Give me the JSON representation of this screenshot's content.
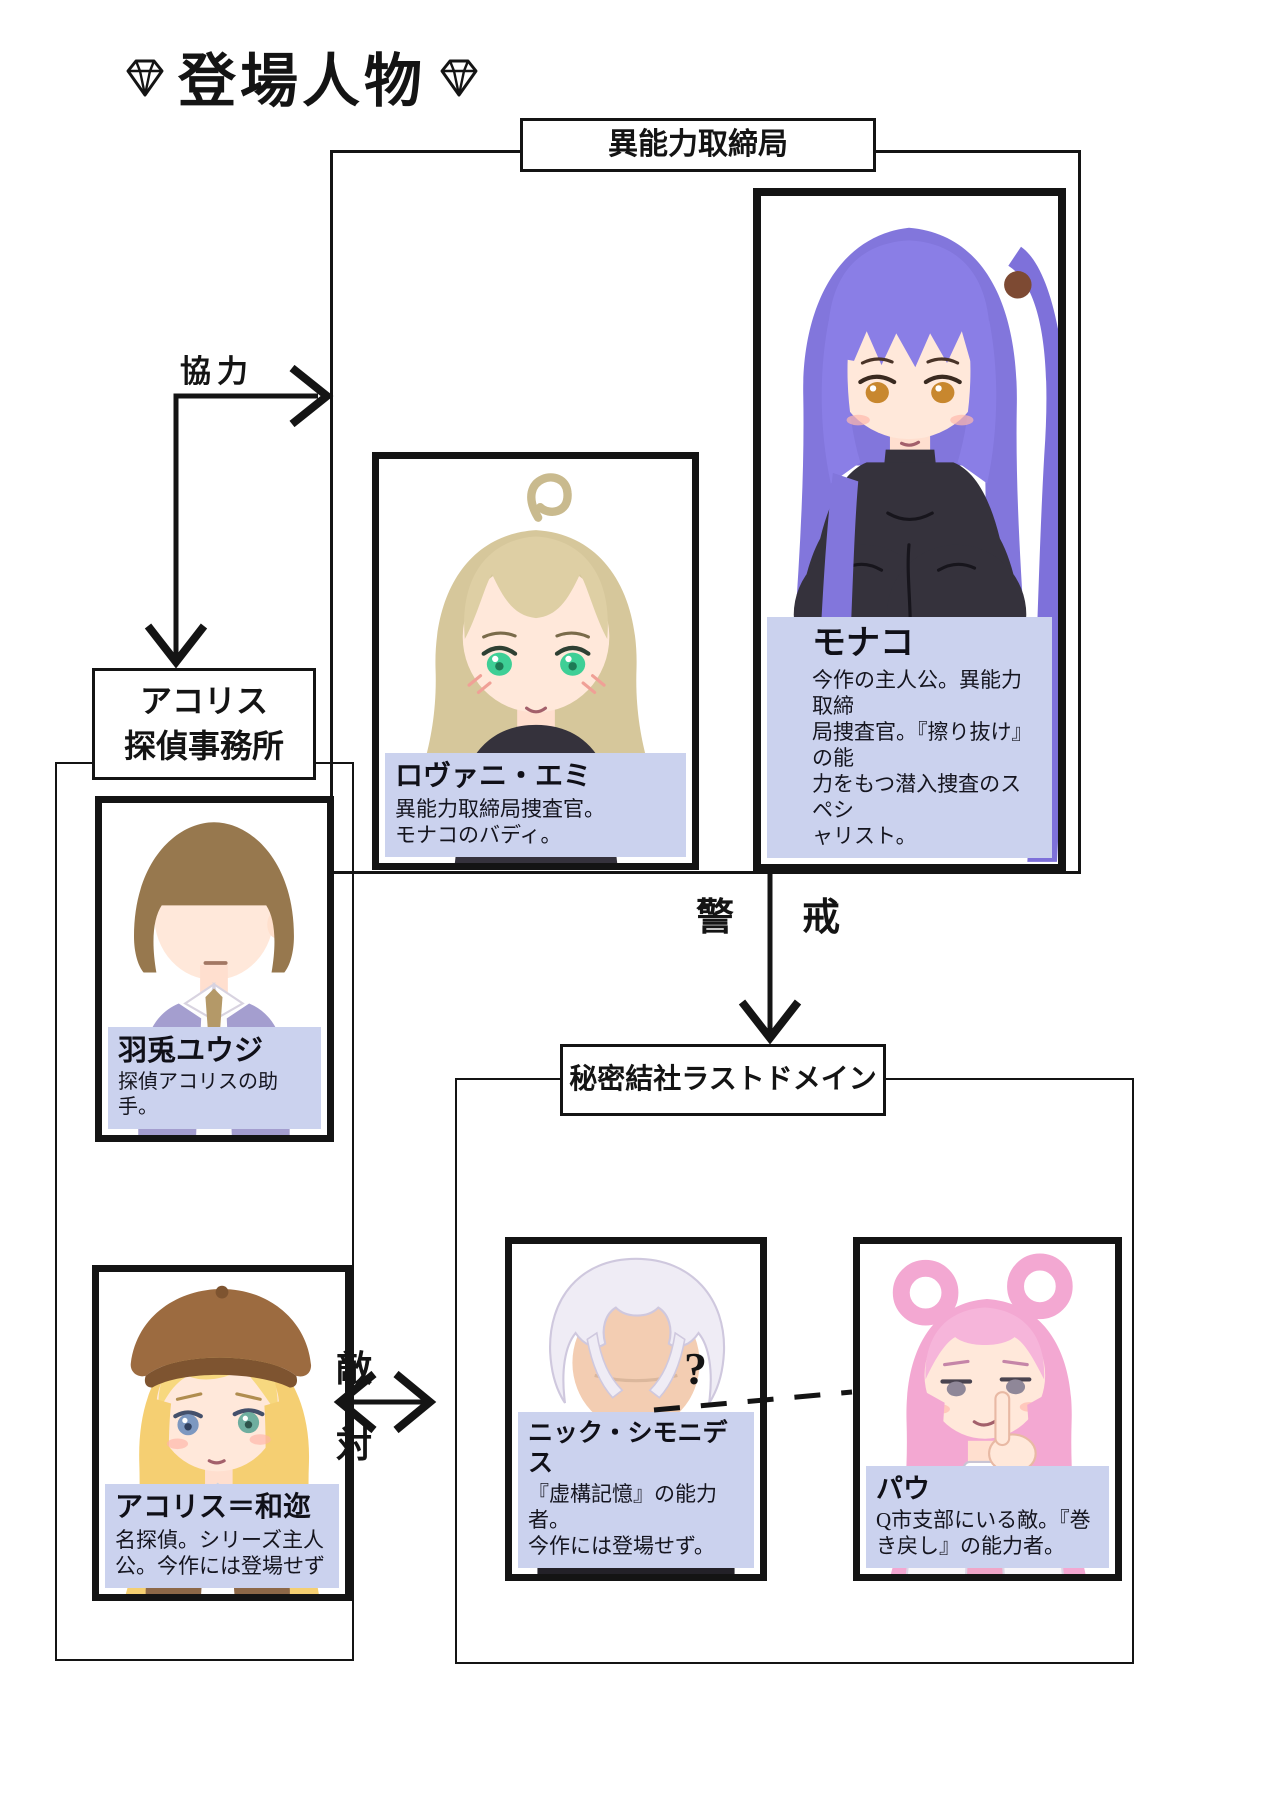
{
  "page": {
    "title": "登場人物"
  },
  "colors": {
    "label_plate_bg": "#cbd2ee",
    "line_color": "#141414",
    "background": "#ffffff"
  },
  "groups": {
    "bureau": {
      "label": "異能力取締局"
    },
    "agency": {
      "label": "アコリス\n探偵事務所"
    },
    "last_domain": {
      "label": "秘密結社ラストドメイン"
    }
  },
  "characters": {
    "monaco": {
      "name": "モナコ",
      "desc": "今作の主人公。異能力取締\n局捜査官。『擦り抜け』の能\n力をもつ潜入捜査のスペシ\nャリスト。"
    },
    "rovani": {
      "name": "ロヴァニ・エミ",
      "desc": "異能力取締局捜査官。\nモナコのバディ。"
    },
    "hato": {
      "name": "羽兎ユウジ",
      "desc": "探偵アコリスの助手。"
    },
    "acorise": {
      "name": "アコリス＝和迩",
      "desc": "名探偵。シリーズ主人\n公。今作には登場せず"
    },
    "nick": {
      "name": "ニック・シモニデス",
      "desc": "『虚構記憶』の能力者。\n今作には登場せず。"
    },
    "pau": {
      "name": "パウ",
      "desc": "Q市支部にいる敵。『巻\nき戻し』の能力者。"
    }
  },
  "relations": {
    "cooperate": "協力",
    "caution_left": "警",
    "caution_right": "戒",
    "hostile_top": "敵",
    "hostile_bottom": "対",
    "unknown": "?"
  }
}
